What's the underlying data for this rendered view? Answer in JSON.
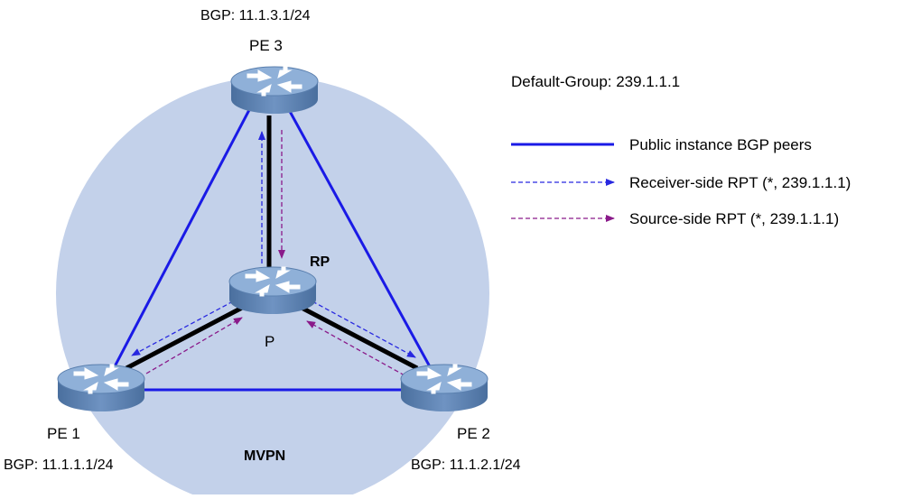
{
  "default_group_label": "Default-Group: 239.1.1.1",
  "domain_label": "MVPN",
  "colors": {
    "domain_fill": "#c3d1ea",
    "bgp_peer_line": "#1a1ae6",
    "physical_link": "#000000",
    "receiver_rpt": "#2828e0",
    "source_rpt": "#8a1a8a",
    "router_body": "#5a7fae",
    "router_top": "#8fb0d8"
  },
  "nodes": [
    {
      "id": "pe3",
      "name": "PE 3",
      "bgp": "BGP: 11.1.3.1/24"
    },
    {
      "id": "rp",
      "name": "P",
      "role": "RP"
    },
    {
      "id": "pe1",
      "name": "PE 1",
      "bgp": "BGP: 11.1.1.1/24"
    },
    {
      "id": "pe2",
      "name": "PE 2",
      "bgp": "BGP: 11.1.2.1/24"
    }
  ],
  "legend": [
    {
      "id": "bgp",
      "label": "Public instance BGP peers"
    },
    {
      "id": "recv",
      "label": "Receiver-side RPT (*, 239.1.1.1)"
    },
    {
      "id": "src",
      "label": "Source-side RPT (*, 239.1.1.1)"
    }
  ]
}
